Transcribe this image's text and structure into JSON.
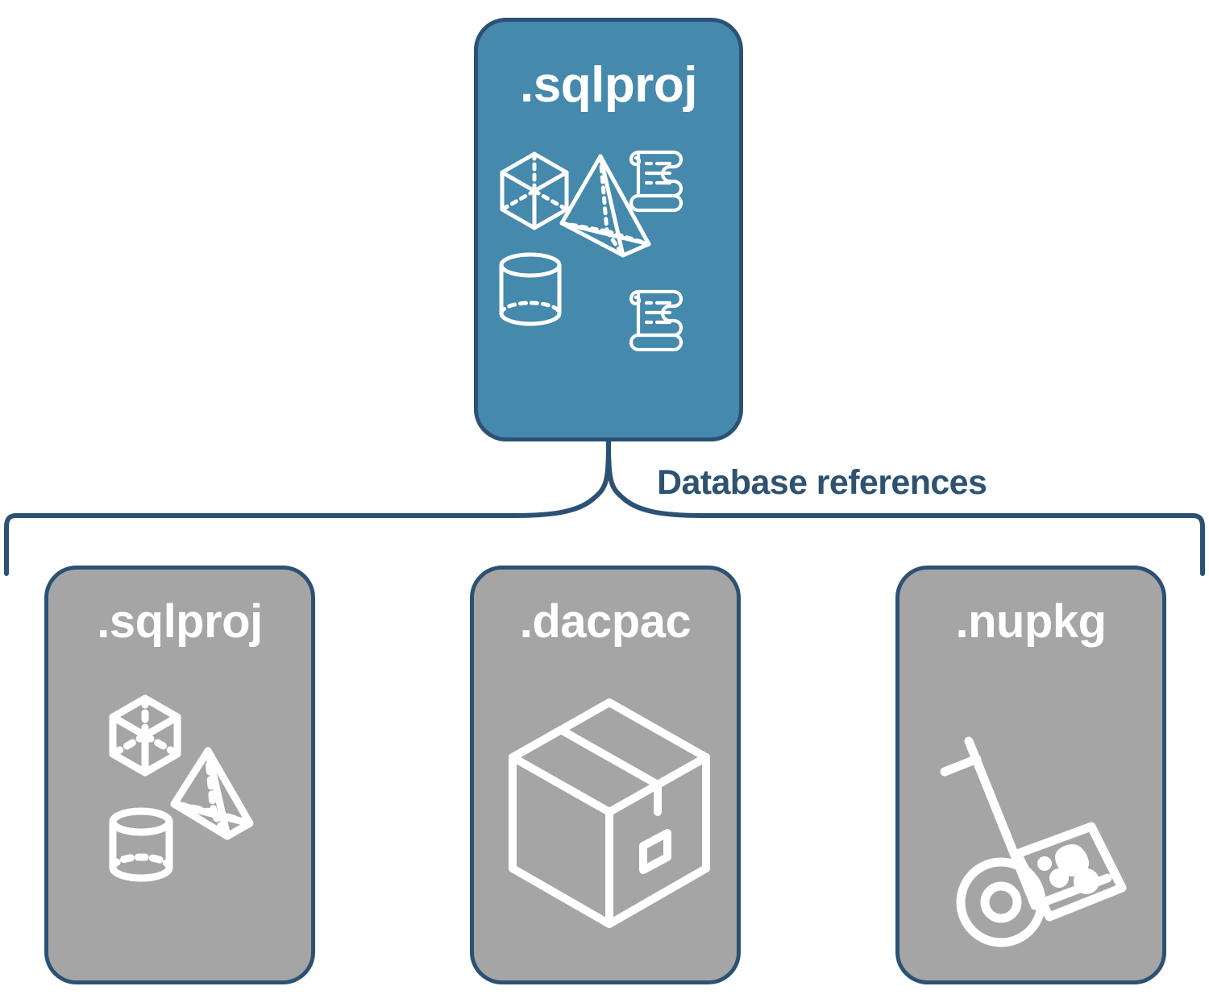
{
  "diagram": {
    "title": "Database references",
    "colors": {
      "accent_teal": "#4589AD",
      "card_grey": "#A5A5A5",
      "outline_navy": "#2B5174",
      "label_navy": "#2E5270",
      "icon_white": "#FFFFFF",
      "background": "#FFFFFF"
    },
    "root_card": {
      "label": ".sqlproj",
      "fill": "teal",
      "icons": [
        "cube-icon",
        "pyramid-icon",
        "cylinder-icon",
        "scroll-icon",
        "scroll-icon"
      ]
    },
    "connector": {
      "type": "curly-brace",
      "label": "Database references",
      "branches": 3
    },
    "reference_cards": [
      {
        "label": ".sqlproj",
        "fill": "grey",
        "icons": [
          "cube-icon",
          "pyramid-icon",
          "cylinder-icon"
        ]
      },
      {
        "label": ".dacpac",
        "fill": "grey",
        "icons": [
          "package-box-icon"
        ]
      },
      {
        "label": ".nupkg",
        "fill": "grey",
        "icons": [
          "hand-truck-icon",
          "nuget-package-icon"
        ]
      }
    ]
  }
}
